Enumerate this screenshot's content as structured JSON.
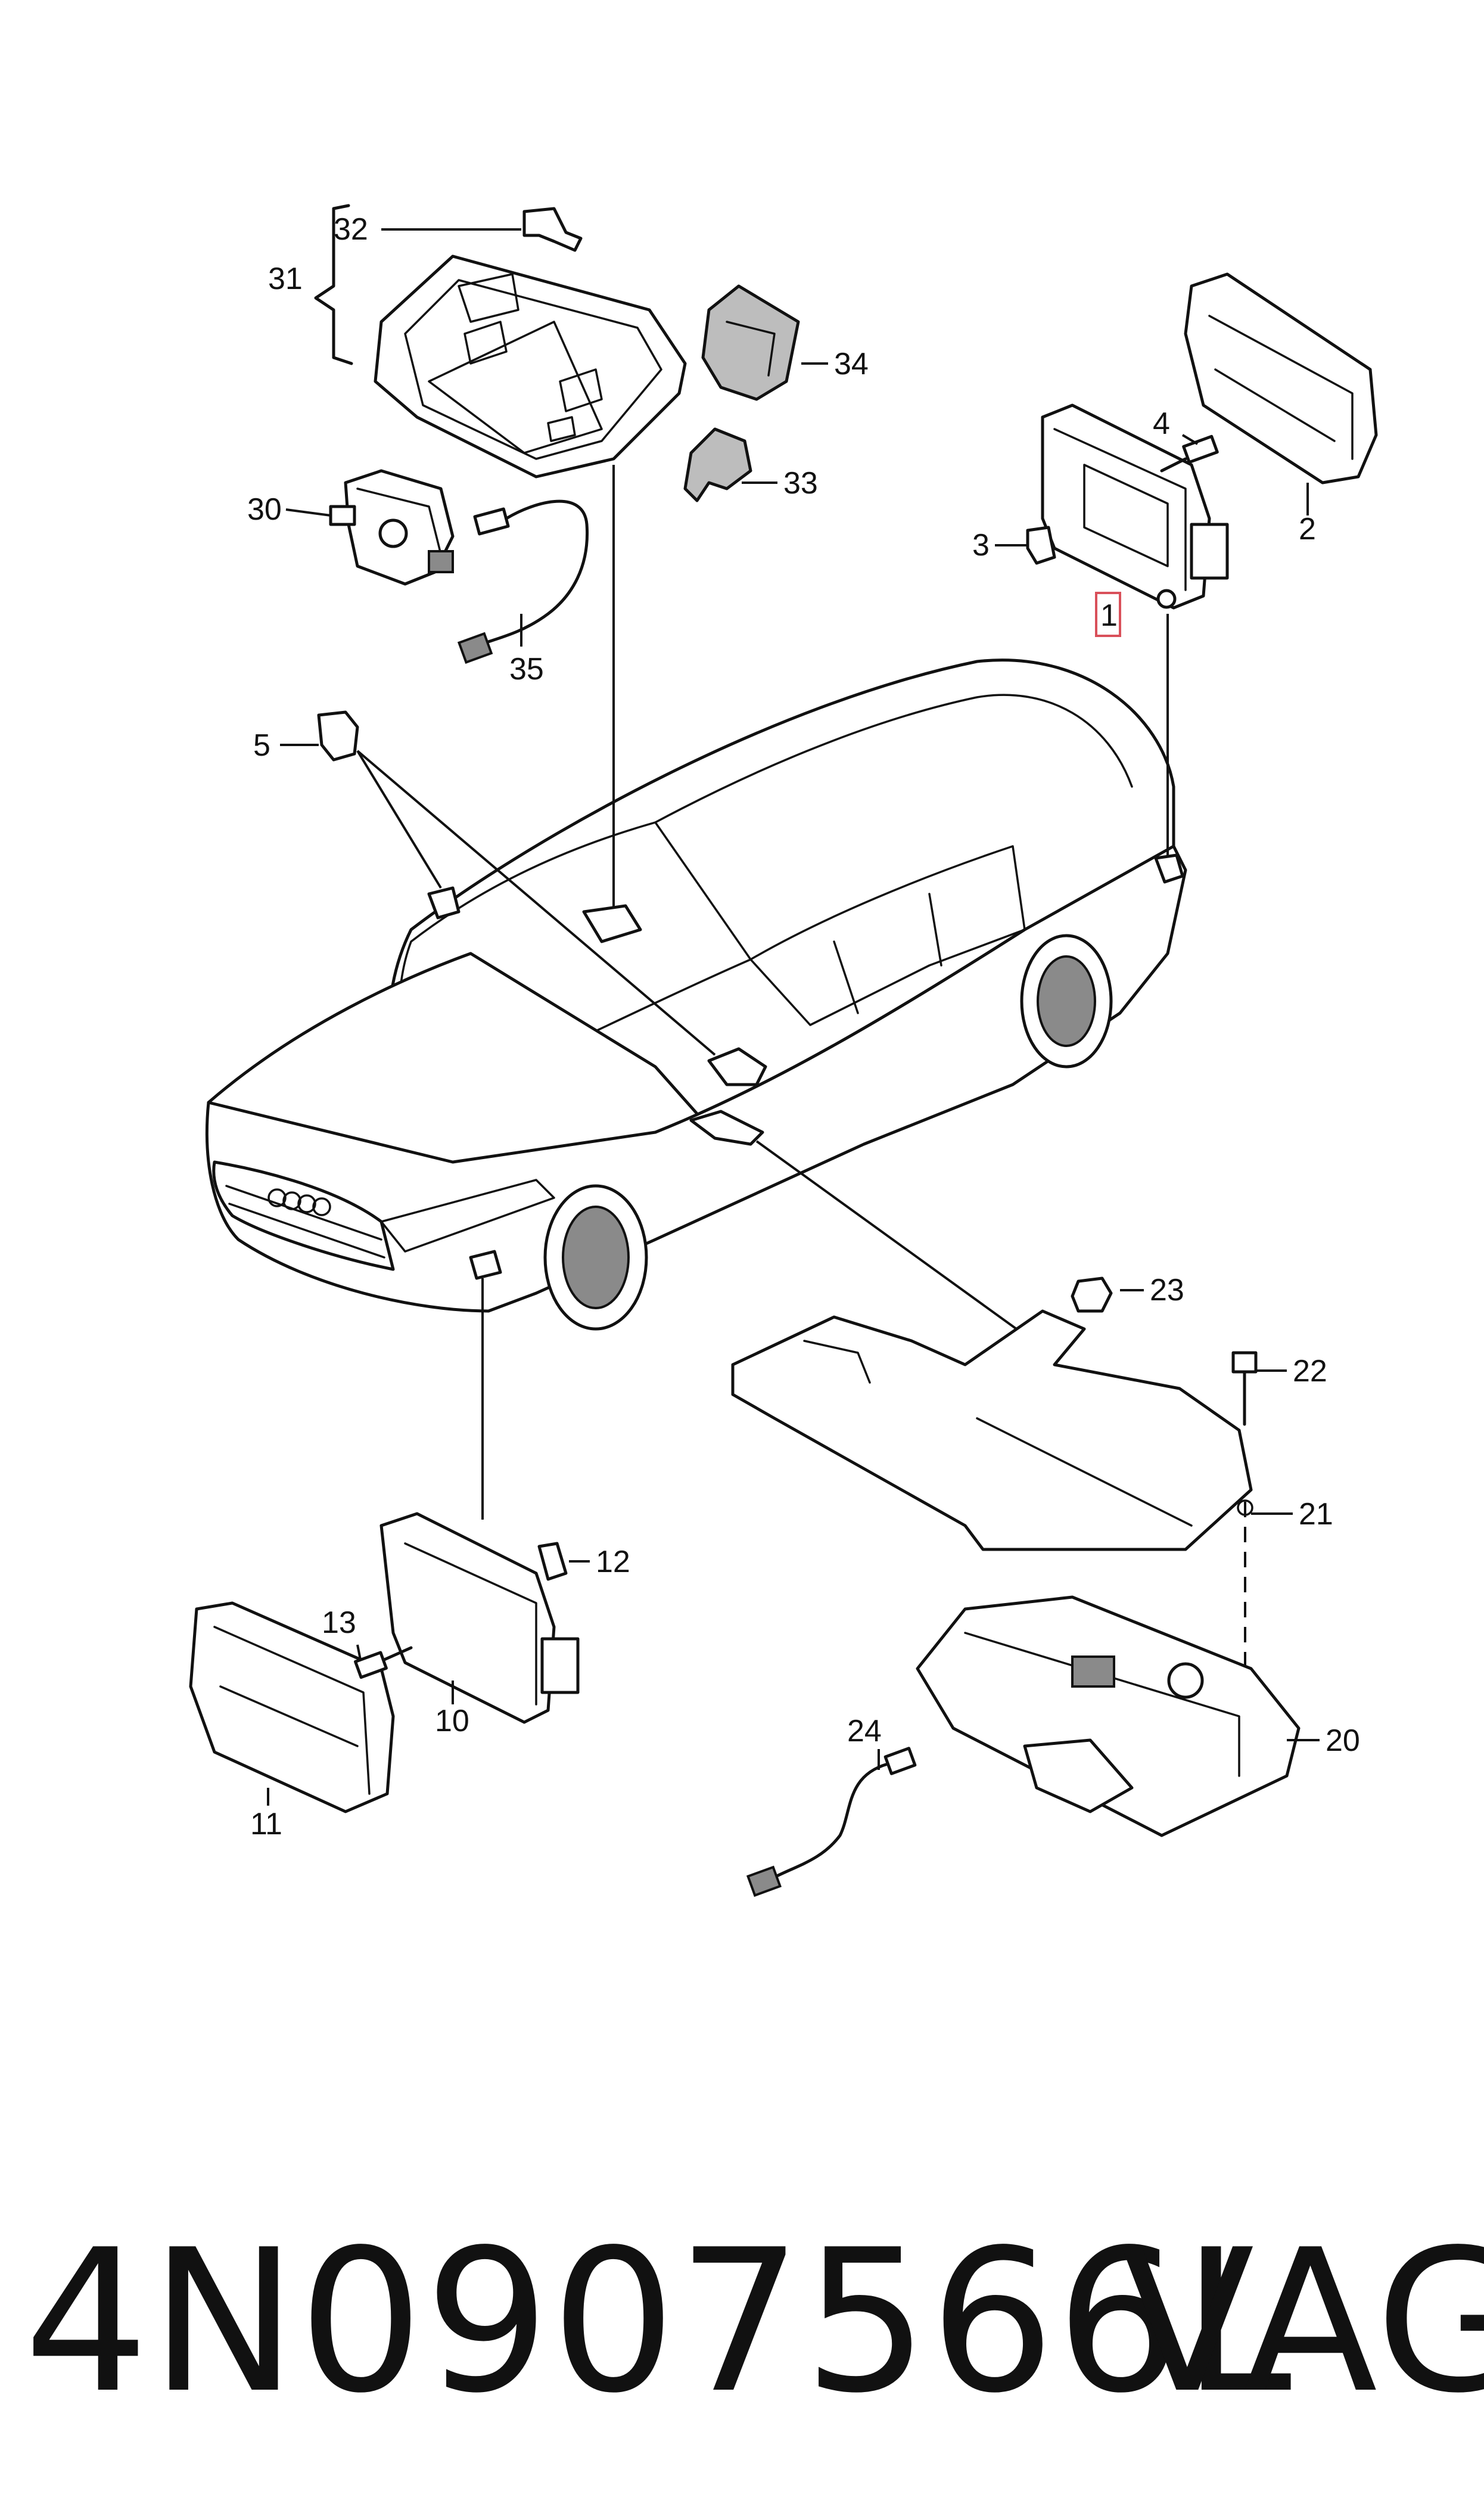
{
  "diagram": {
    "labels": {
      "p1": "1",
      "p2": "2",
      "p3": "3",
      "p4": "4",
      "p5": "5",
      "p10": "10",
      "p11": "11",
      "p12": "12",
      "p13": "13",
      "p20": "20",
      "p21": "21",
      "p22": "22",
      "p23": "23",
      "p24": "24",
      "p30": "30",
      "p31": "31",
      "p32": "32",
      "p33": "33",
      "p34": "34",
      "p35": "35"
    },
    "highlighted_label": "1"
  },
  "footer": {
    "part_number": "4N0907566L",
    "brand": "VAG"
  }
}
